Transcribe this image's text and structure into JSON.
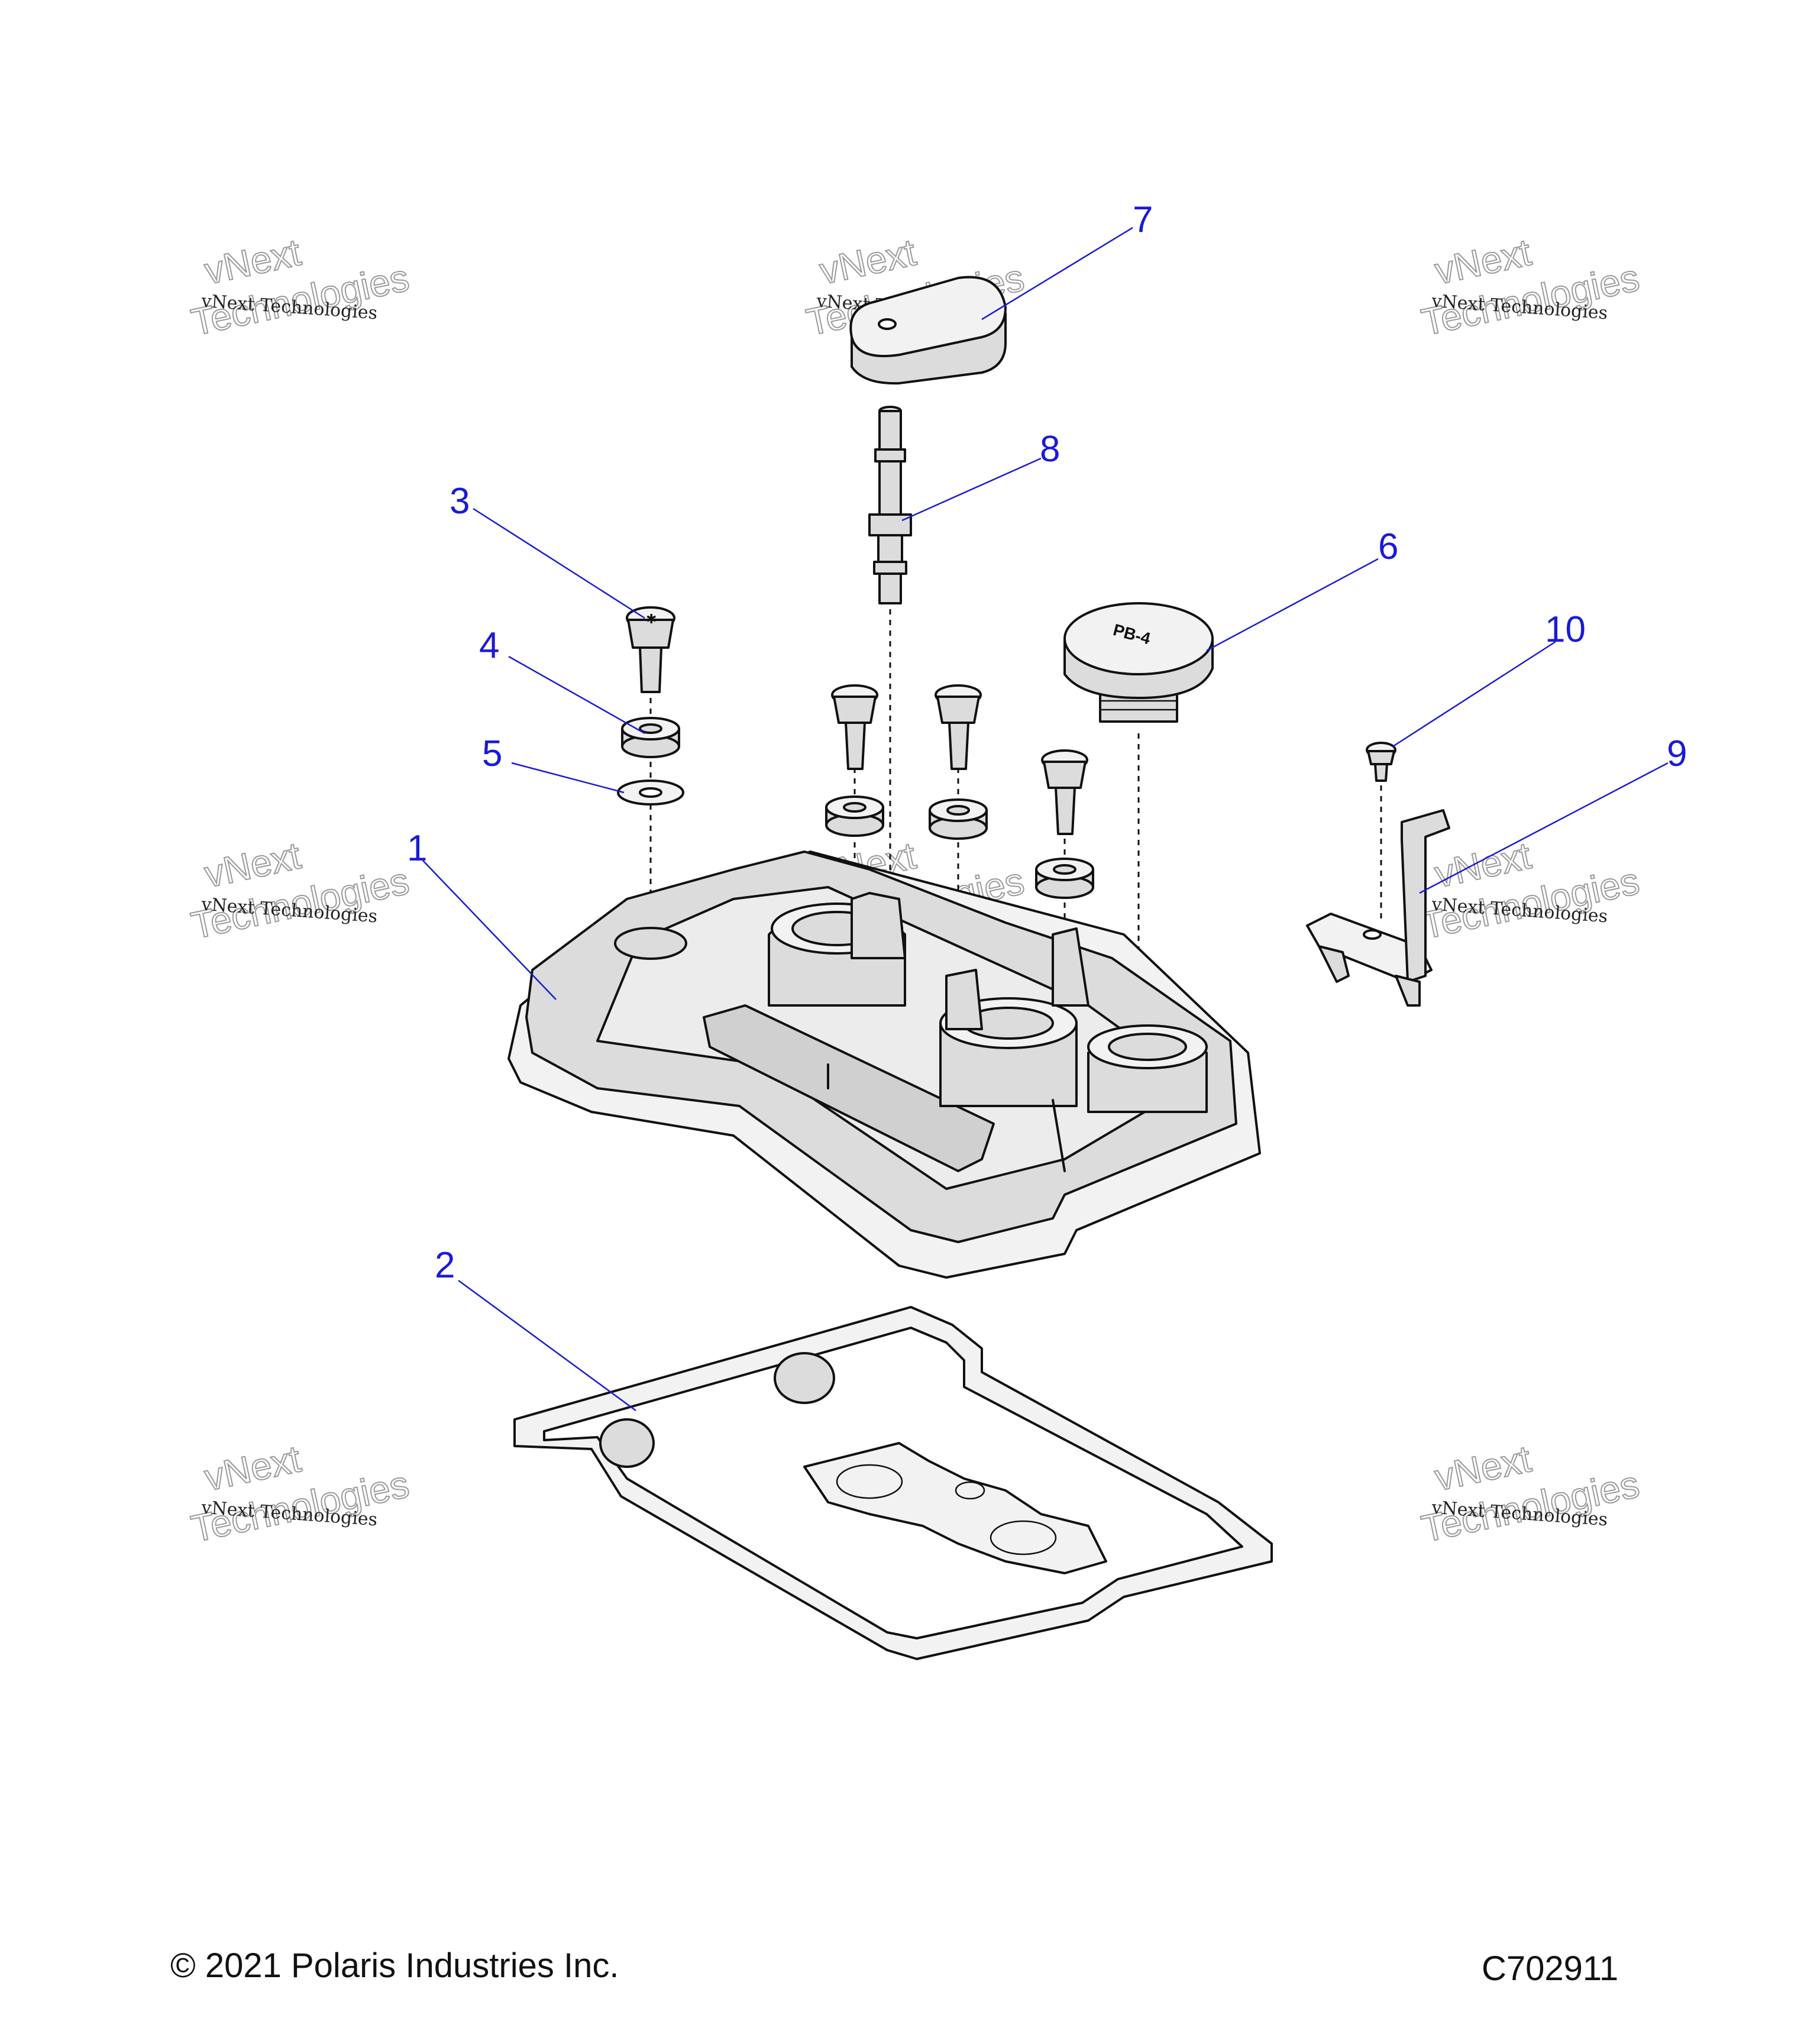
{
  "callouts": [
    "1",
    "2",
    "3",
    "4",
    "5",
    "6",
    "7",
    "8",
    "9",
    "10"
  ],
  "watermark": {
    "line_small": "vNext Technologies",
    "line_large_1": "vNext",
    "line_large_2": "Technologies"
  },
  "footer": {
    "copyright": "© 2021 Polaris Industries Inc.",
    "diagram_id": "C702911"
  },
  "colors": {
    "callout": "#1a1ad6",
    "part_fill": "#dcdcdc",
    "outline": "#111111"
  },
  "icons": [
    "valve-cover-part",
    "gasket-part",
    "bolt-part",
    "grommet-part",
    "washer-part",
    "oil-cap-part",
    "cap-part",
    "fitting-part",
    "bracket-part",
    "screw-part"
  ]
}
